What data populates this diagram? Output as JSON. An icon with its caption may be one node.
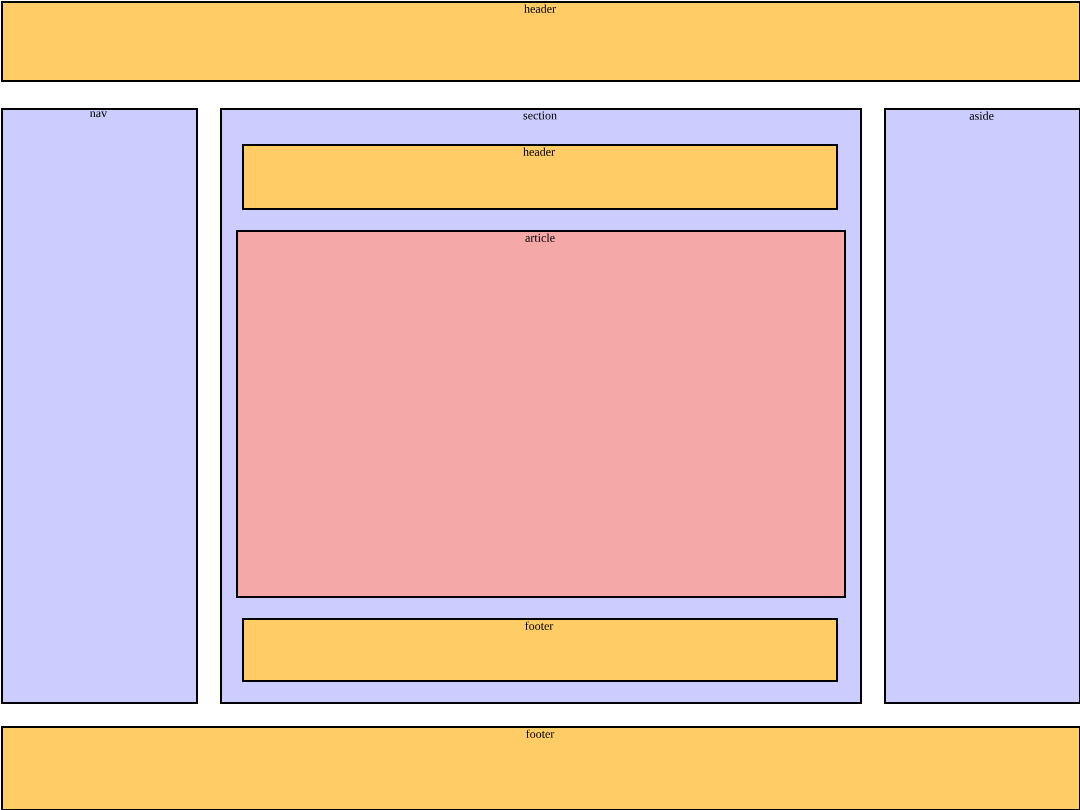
{
  "diagram": {
    "nodes": [
      {
        "text": [
          "header"
        ]
      },
      {
        "text": [
          "nav"
        ]
      },
      {
        "text": [
          "section"
        ]
      },
      {
        "text": [
          "header"
        ],
        "in": 2
      },
      {
        "text": [
          "article"
        ],
        "in": 2
      },
      {
        "text": [
          "footer"
        ],
        "in": 2
      },
      {
        "text": [
          "aside"
        ]
      },
      {
        "text": [
          "footer"
        ]
      }
    ]
  }
}
